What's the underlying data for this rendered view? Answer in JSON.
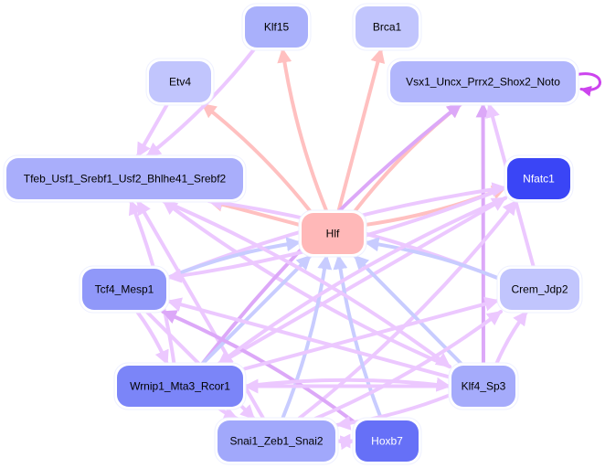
{
  "diagram": {
    "type": "directed-network",
    "colors": {
      "edge_pink": "#ffc0c0",
      "edge_lavender": "#ecc8ff",
      "edge_purple": "#dca8f8",
      "edge_blue": "#c8ccff",
      "edge_self_loop": "#cc44ee"
    },
    "nodes": [
      {
        "id": "Klf15",
        "label": "Klf15",
        "fill": "#a9b0fb",
        "text": "#000000"
      },
      {
        "id": "Brca1",
        "label": "Brca1",
        "fill": "#c1c5fd",
        "text": "#000000"
      },
      {
        "id": "Etv4",
        "label": "Etv4",
        "fill": "#c1c5fd",
        "text": "#000000"
      },
      {
        "id": "Vsx1",
        "label": "Vsx1_Uncx_Prrx2_Shox2_Noto",
        "fill": "#b1b6fc",
        "text": "#000000"
      },
      {
        "id": "Tfeb",
        "label": "Tfeb_Usf1_Srebf1_Usf2_Bhlhe41_Srebf2",
        "fill": "#a9aefb",
        "text": "#000000"
      },
      {
        "id": "Nfatc1",
        "label": "Nfatc1",
        "fill": "#3a45f6",
        "text": "#ffffff"
      },
      {
        "id": "Hlf",
        "label": "Hlf",
        "fill": "#ffb8b8",
        "text": "#000000"
      },
      {
        "id": "Tcf4",
        "label": "Tcf4_Mesp1",
        "fill": "#9098f9",
        "text": "#000000"
      },
      {
        "id": "Crem",
        "label": "Crem_Jdp2",
        "fill": "#c1c5fd",
        "text": "#000000"
      },
      {
        "id": "Wrnip1",
        "label": "Wrnip1_Mta3_Rcor1",
        "fill": "#7b85f8",
        "text": "#000000"
      },
      {
        "id": "Klf4",
        "label": "Klf4_Sp3",
        "fill": "#a5abfb",
        "text": "#000000"
      },
      {
        "id": "Snai1",
        "label": "Snai1_Zeb1_Snai2",
        "fill": "#a1a8fb",
        "text": "#000000"
      },
      {
        "id": "Hoxb7",
        "label": "Hoxb7",
        "fill": "#6670f7",
        "text": "#ffffff"
      }
    ],
    "edges": [
      {
        "from": "Hlf",
        "to": "Klf15",
        "color": "edge_pink"
      },
      {
        "from": "Hlf",
        "to": "Brca1",
        "color": "edge_pink"
      },
      {
        "from": "Hlf",
        "to": "Etv4",
        "color": "edge_pink"
      },
      {
        "from": "Hlf",
        "to": "Vsx1",
        "color": "edge_pink"
      },
      {
        "from": "Hlf",
        "to": "Tfeb",
        "color": "edge_pink"
      },
      {
        "from": "Hlf",
        "to": "Nfatc1",
        "color": "edge_pink"
      },
      {
        "from": "Klf15",
        "to": "Tfeb",
        "color": "edge_lavender"
      },
      {
        "from": "Etv4",
        "to": "Tfeb",
        "color": "edge_lavender"
      },
      {
        "from": "Crem",
        "to": "Tfeb",
        "color": "edge_lavender"
      },
      {
        "from": "Klf4",
        "to": "Tfeb",
        "color": "edge_lavender"
      },
      {
        "from": "Snai1",
        "to": "Tfeb",
        "color": "edge_lavender"
      },
      {
        "from": "Wrnip1",
        "to": "Tfeb",
        "color": "edge_lavender"
      },
      {
        "from": "Wrnip1",
        "to": "Vsx1",
        "color": "edge_purple"
      },
      {
        "from": "Klf4",
        "to": "Vsx1",
        "color": "edge_purple"
      },
      {
        "from": "Vsx1",
        "to": "Vsx1",
        "color": "edge_self_loop"
      },
      {
        "from": "Tcf4",
        "to": "Nfatc1",
        "color": "edge_lavender"
      },
      {
        "from": "Wrnip1",
        "to": "Nfatc1",
        "color": "edge_lavender"
      },
      {
        "from": "Snai1",
        "to": "Nfatc1",
        "color": "edge_lavender"
      },
      {
        "from": "Tcf4",
        "to": "Hlf",
        "color": "edge_blue"
      },
      {
        "from": "Wrnip1",
        "to": "Hlf",
        "color": "edge_blue"
      },
      {
        "from": "Snai1",
        "to": "Hlf",
        "color": "edge_blue"
      },
      {
        "from": "Hoxb7",
        "to": "Hlf",
        "color": "edge_blue"
      },
      {
        "from": "Klf4",
        "to": "Hlf",
        "color": "edge_blue"
      },
      {
        "from": "Crem",
        "to": "Hlf",
        "color": "edge_blue"
      },
      {
        "from": "Nfatc1",
        "to": "Tcf4",
        "color": "edge_lavender"
      },
      {
        "from": "Klf4",
        "to": "Tcf4",
        "color": "edge_lavender"
      },
      {
        "from": "Hoxb7",
        "to": "Tcf4",
        "color": "edge_purple"
      },
      {
        "from": "Tcf4",
        "to": "Wrnip1",
        "color": "edge_lavender"
      },
      {
        "from": "Klf4",
        "to": "Wrnip1",
        "color": "edge_lavender"
      },
      {
        "from": "Nfatc1",
        "to": "Wrnip1",
        "color": "edge_lavender"
      },
      {
        "from": "Wrnip1",
        "to": "Klf4",
        "color": "edge_lavender"
      },
      {
        "from": "Wrnip1",
        "to": "Crem",
        "color": "edge_lavender"
      },
      {
        "from": "Snai1",
        "to": "Crem",
        "color": "edge_lavender"
      },
      {
        "from": "Klf4",
        "to": "Crem",
        "color": "edge_lavender"
      },
      {
        "from": "Tcf4",
        "to": "Snai1",
        "color": "edge_lavender"
      },
      {
        "from": "Wrnip1",
        "to": "Snai1",
        "color": "edge_lavender"
      },
      {
        "from": "Klf4",
        "to": "Snai1",
        "color": "edge_lavender"
      },
      {
        "from": "Hoxb7",
        "to": "Snai1",
        "color": "edge_lavender"
      },
      {
        "from": "Snai1",
        "to": "Hoxb7",
        "color": "edge_lavender"
      },
      {
        "from": "Tfeb",
        "to": "Klf4",
        "color": "edge_lavender"
      },
      {
        "from": "Crem",
        "to": "Vsx1",
        "color": "edge_lavender"
      }
    ]
  }
}
